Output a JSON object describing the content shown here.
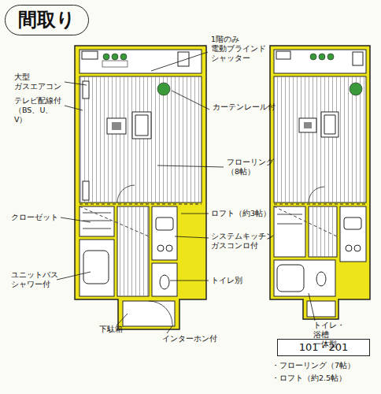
{
  "diagram": {
    "title": "間取り",
    "nodes": [
      {
        "text": [
          "101・201"
        ]
      }
    ],
    "labels": [
      "1階のみ 電動ブラインド シャッター",
      "大型 ガスエアコン",
      "テレビ配線付 （BS、U、V）",
      "カーテンレール付",
      "フローリング （8帖）",
      "ロフト（約3帖）",
      "クローゼット",
      "システムキッチン ガスコンロ付",
      "ユニットバス シャワー付",
      "トイレ別",
      "下駄箱",
      "インターホン付",
      "トイレ・浴槽 一体型",
      "・フローリング（7帖）",
      "・ロフト（約2.5帖）"
    ]
  }
}
